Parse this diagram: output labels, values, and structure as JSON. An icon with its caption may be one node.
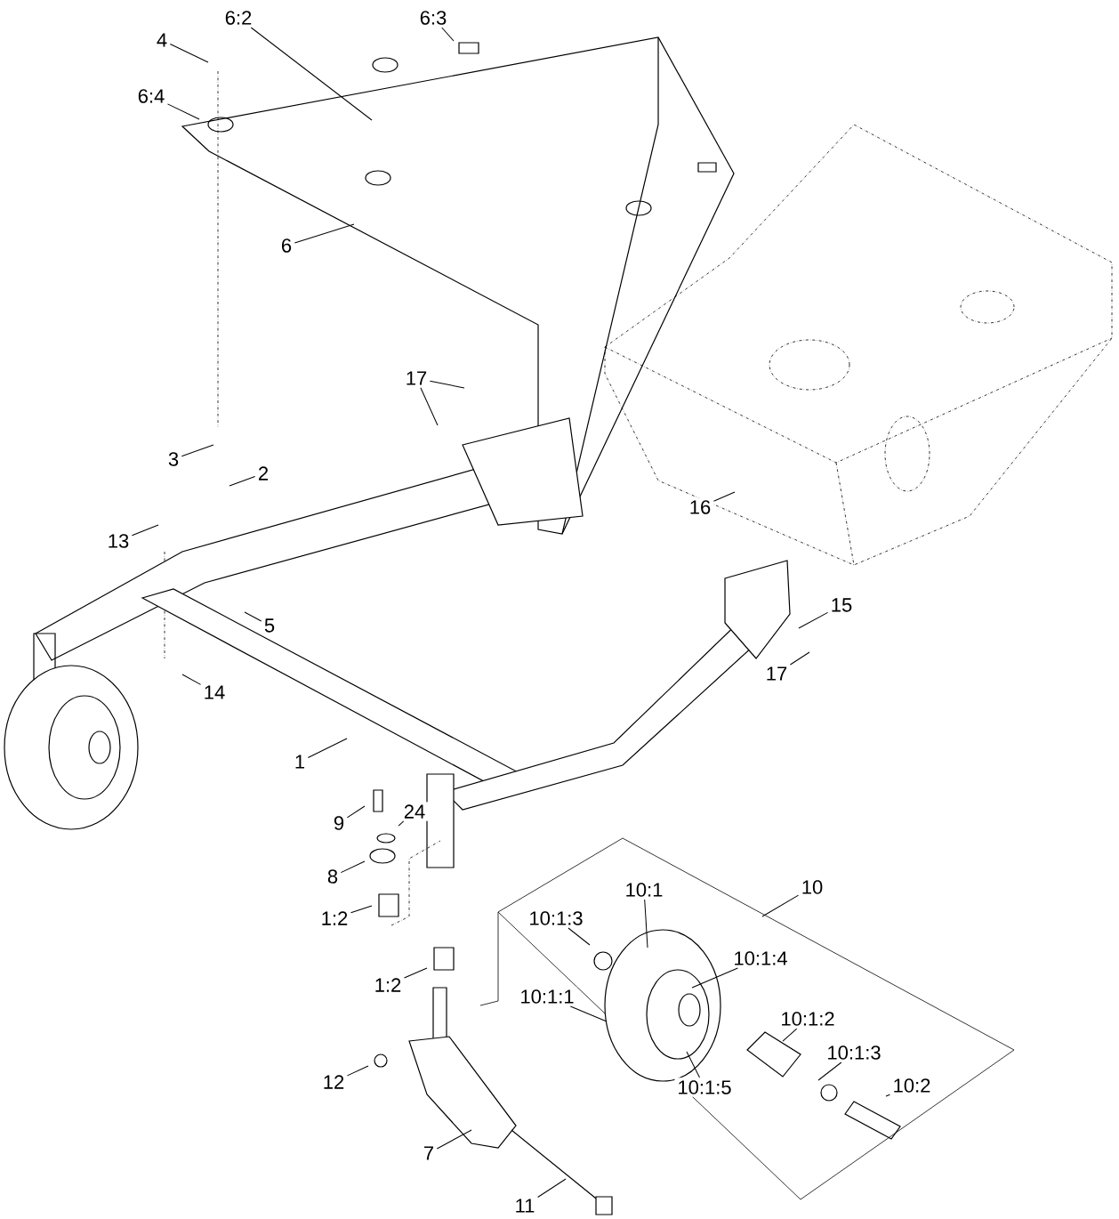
{
  "diagram": {
    "nodes": [
      {
        "text": [
          "4"
        ]
      },
      {
        "text": [
          "6:2"
        ]
      },
      {
        "text": [
          "6:3"
        ]
      },
      {
        "text": [
          "6:4"
        ]
      },
      {
        "text": [
          "6"
        ]
      },
      {
        "text": [
          "17"
        ]
      },
      {
        "text": [
          "3"
        ]
      },
      {
        "text": [
          "2"
        ]
      },
      {
        "text": [
          "13"
        ]
      },
      {
        "text": [
          "5"
        ]
      },
      {
        "text": [
          "16"
        ]
      },
      {
        "text": [
          "15"
        ]
      },
      {
        "text": [
          "17"
        ]
      },
      {
        "text": [
          "14"
        ]
      },
      {
        "text": [
          "1"
        ]
      },
      {
        "text": [
          "9"
        ]
      },
      {
        "text": [
          "24"
        ]
      },
      {
        "text": [
          "8"
        ]
      },
      {
        "text": [
          "1:2"
        ]
      },
      {
        "text": [
          "10"
        ]
      },
      {
        "text": [
          "10:1"
        ]
      },
      {
        "text": [
          "10:1:3"
        ]
      },
      {
        "text": [
          "10:1:4"
        ]
      },
      {
        "text": [
          "1:2"
        ]
      },
      {
        "text": [
          "10:1:1"
        ]
      },
      {
        "text": [
          "10:1:2"
        ]
      },
      {
        "text": [
          "10:1:3"
        ]
      },
      {
        "text": [
          "12"
        ]
      },
      {
        "text": [
          "10:1:5"
        ]
      },
      {
        "text": [
          "10:2"
        ]
      },
      {
        "text": [
          "7"
        ]
      },
      {
        "text": [
          "11"
        ]
      }
    ],
    "edges": [
      {
        "from": 0,
        "to": null,
        "arrow": "none"
      },
      {
        "from": 1,
        "to": null,
        "arrow": "none"
      },
      {
        "from": 2,
        "to": null,
        "arrow": "none"
      },
      {
        "from": 3,
        "to": null,
        "arrow": "none"
      },
      {
        "from": 4,
        "to": null,
        "arrow": "none"
      },
      {
        "from": 5,
        "to": null,
        "arrow": "none"
      },
      {
        "from": 5,
        "to": null,
        "arrow": "none"
      },
      {
        "from": 6,
        "to": null,
        "arrow": "none"
      },
      {
        "from": 7,
        "to": null,
        "arrow": "none"
      },
      {
        "from": 8,
        "to": null,
        "arrow": "none"
      },
      {
        "from": 9,
        "to": null,
        "arrow": "none"
      },
      {
        "from": 10,
        "to": null,
        "arrow": "none"
      },
      {
        "from": 11,
        "to": null,
        "arrow": "none"
      },
      {
        "from": 12,
        "to": null,
        "arrow": "none"
      },
      {
        "from": 13,
        "to": null,
        "arrow": "none"
      },
      {
        "from": 14,
        "to": null,
        "arrow": "none"
      },
      {
        "from": 15,
        "to": null,
        "arrow": "none"
      },
      {
        "from": 16,
        "to": null,
        "arrow": "none"
      },
      {
        "from": 17,
        "to": null,
        "arrow": "none"
      },
      {
        "from": 18,
        "to": null,
        "arrow": "none"
      },
      {
        "from": 19,
        "to": null,
        "arrow": "none"
      },
      {
        "from": 20,
        "to": null,
        "arrow": "none"
      },
      {
        "from": 21,
        "to": null,
        "arrow": "none"
      },
      {
        "from": 22,
        "to": null,
        "arrow": "none"
      },
      {
        "from": 23,
        "to": null,
        "arrow": "none"
      },
      {
        "from": 24,
        "to": null,
        "arrow": "none"
      },
      {
        "from": 25,
        "to": null,
        "arrow": "none"
      },
      {
        "from": 26,
        "to": null,
        "arrow": "none"
      },
      {
        "from": 27,
        "to": null,
        "arrow": "none"
      },
      {
        "from": 28,
        "to": null,
        "arrow": "none"
      },
      {
        "from": 29,
        "to": null,
        "arrow": "none"
      },
      {
        "from": 30,
        "to": null,
        "arrow": "none"
      },
      {
        "from": 31,
        "to": null,
        "arrow": "none"
      }
    ]
  }
}
